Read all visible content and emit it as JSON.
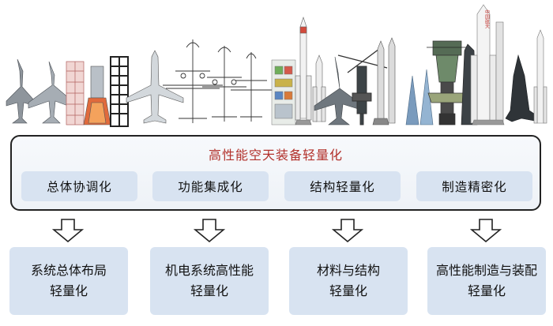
{
  "header_image": {
    "description_icons": [
      "fighter-jet-icon",
      "rocket-icon",
      "transport-aircraft-icon",
      "helicopter-icon",
      "launch-vehicle-icon",
      "space-station-icon"
    ],
    "vehicle_text": "中国航天"
  },
  "main": {
    "title": "高性能空天装备轻量化",
    "categories": [
      {
        "label": "总体协调化"
      },
      {
        "label": "功能集成化"
      },
      {
        "label": "结构轻量化"
      },
      {
        "label": "制造精密化"
      }
    ]
  },
  "results": [
    {
      "line1": "系统总体布局",
      "line2": "轻量化"
    },
    {
      "line1": "机电系统高性能",
      "line2": "轻量化"
    },
    {
      "line1": "材料与结构",
      "line2": "轻量化"
    },
    {
      "line1": "高性能制造与装配",
      "line2": "轻量化"
    }
  ],
  "colors": {
    "title_red": "#b2312b",
    "box_blue": "#d8e3f1",
    "frame_border": "#222222"
  }
}
